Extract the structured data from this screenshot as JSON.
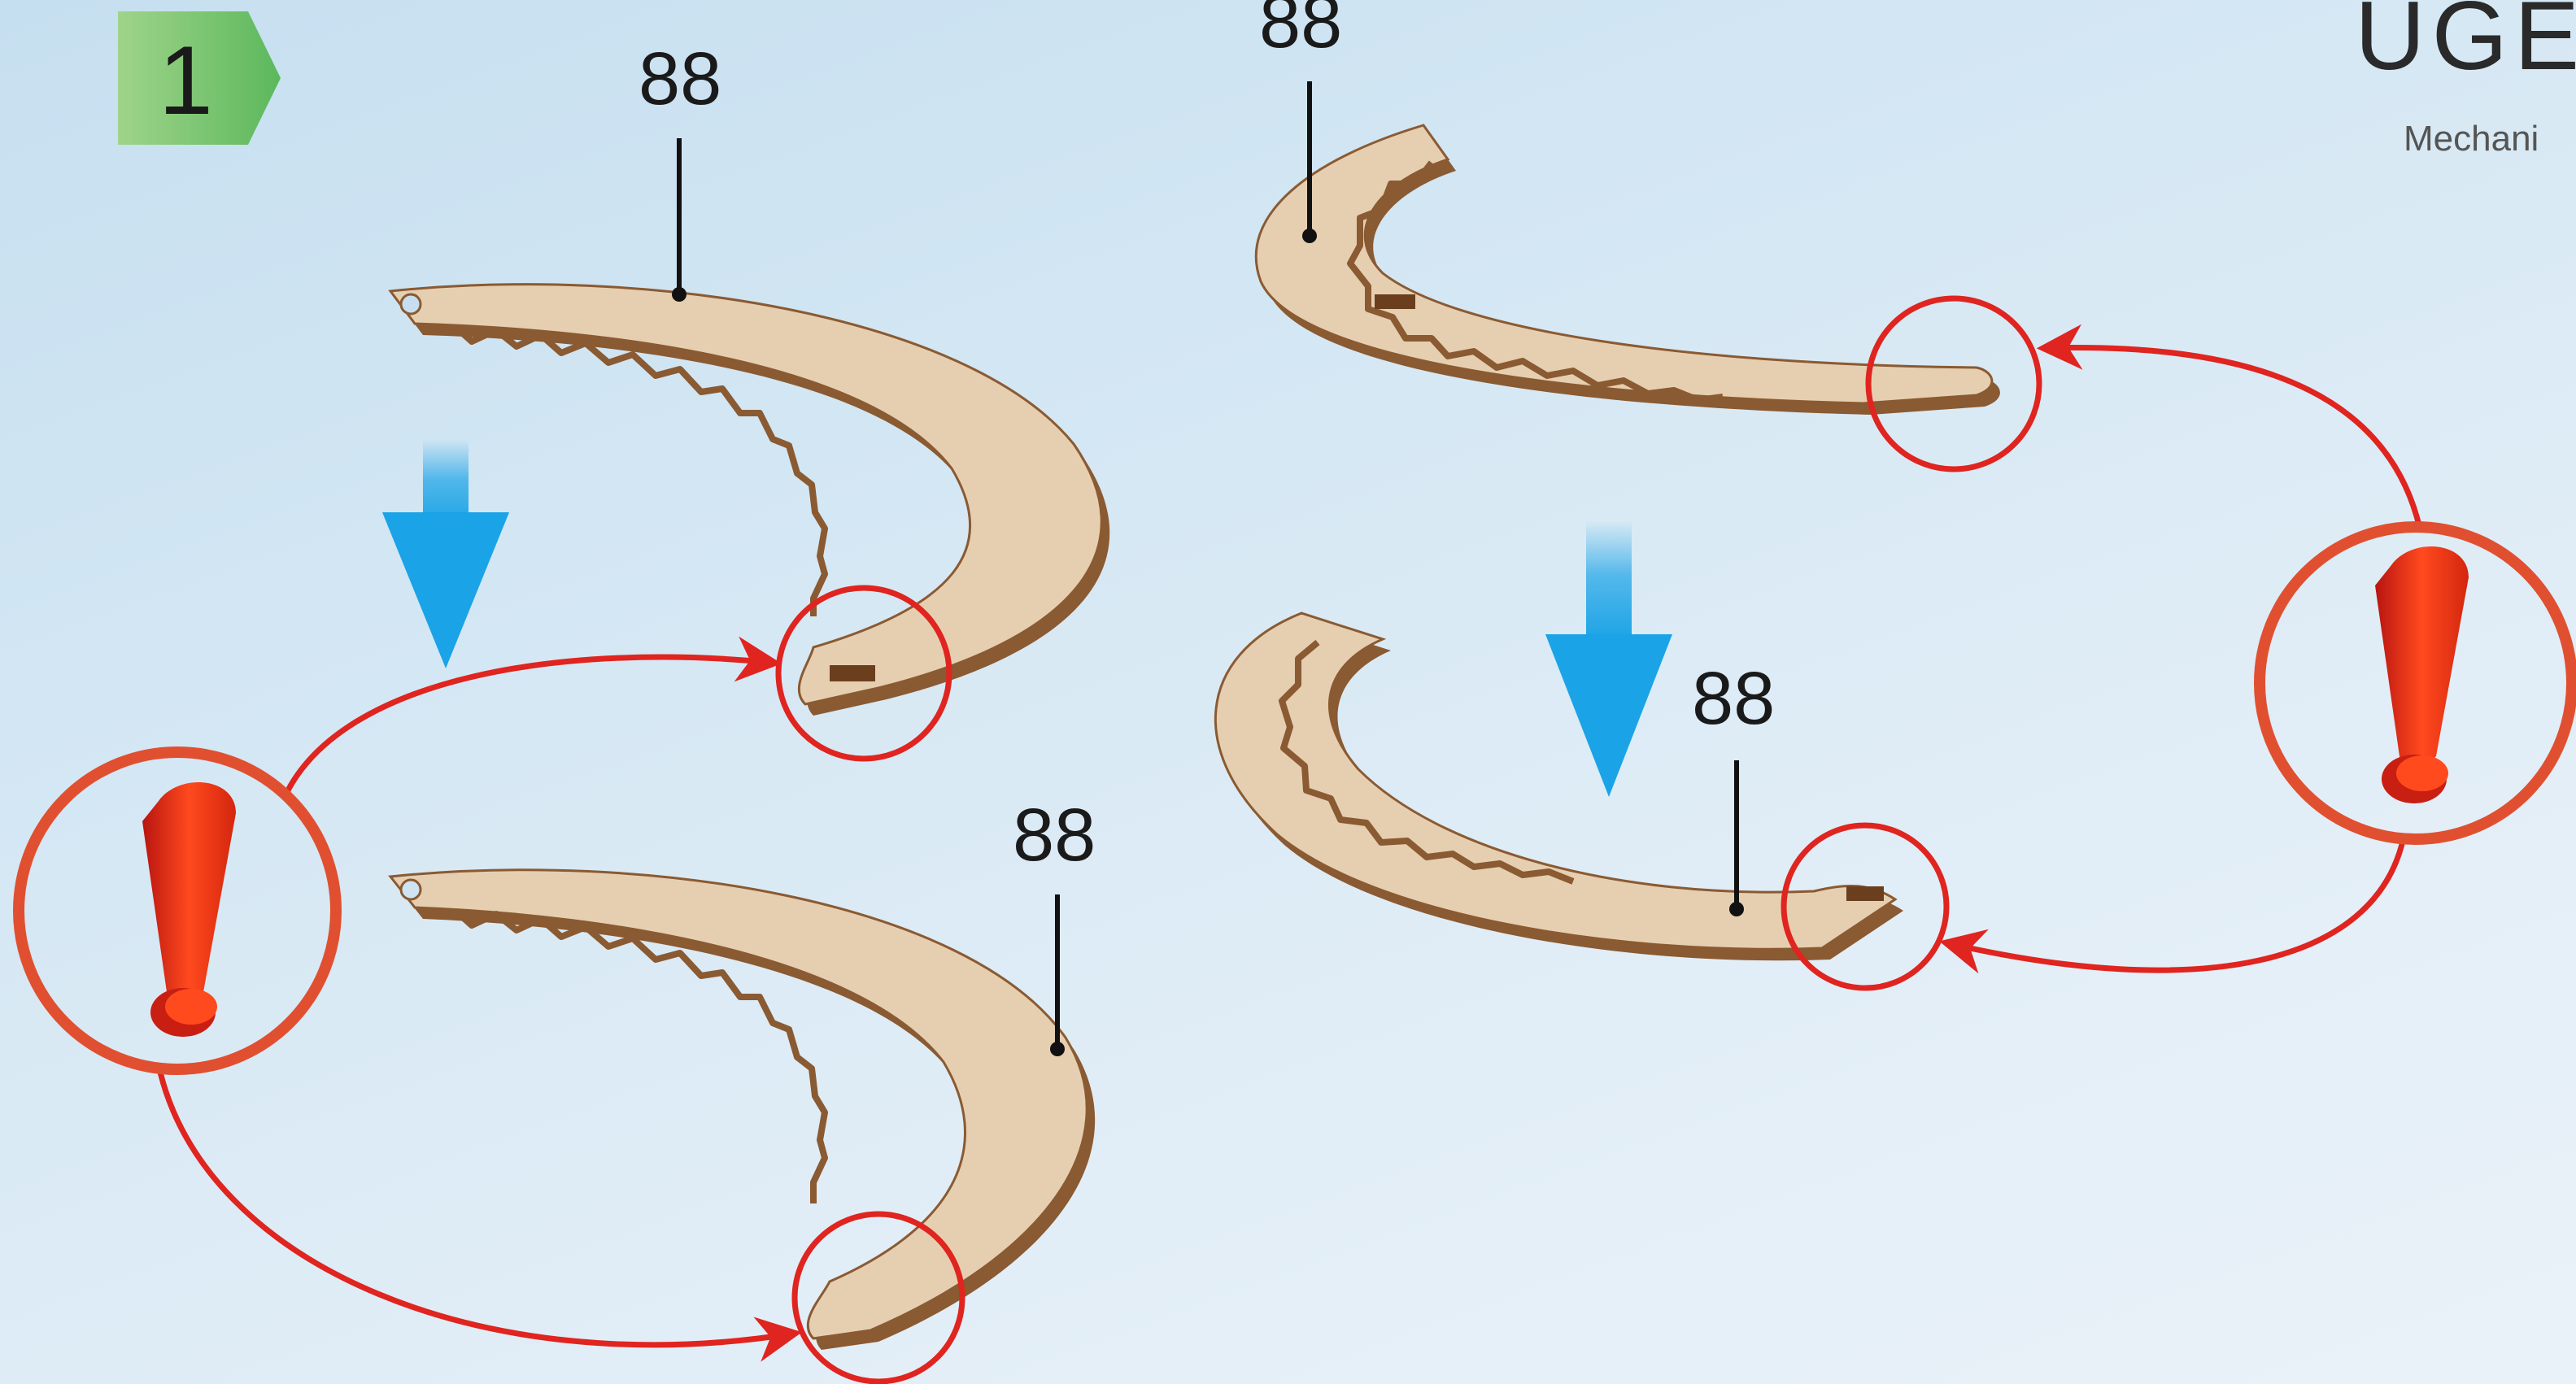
{
  "step": {
    "number": "1"
  },
  "brand": {
    "name": "UGE",
    "subtitle": "Mechani"
  },
  "parts": [
    {
      "id": "top-left",
      "label": "88"
    },
    {
      "id": "bottom-left",
      "label": "88"
    },
    {
      "id": "top-right",
      "label": "88"
    },
    {
      "id": "bottom-right",
      "label": "88"
    }
  ],
  "colors": {
    "wood": "#e6cfb1",
    "wood_edge": "#8a5a32",
    "warning_red": "#e0241f",
    "arrow_blue": "#1aa3e6",
    "step_badge": "#5cb85c"
  },
  "icons": [
    "warning-exclamation-icon",
    "down-arrow-icon",
    "step-badge-icon"
  ]
}
